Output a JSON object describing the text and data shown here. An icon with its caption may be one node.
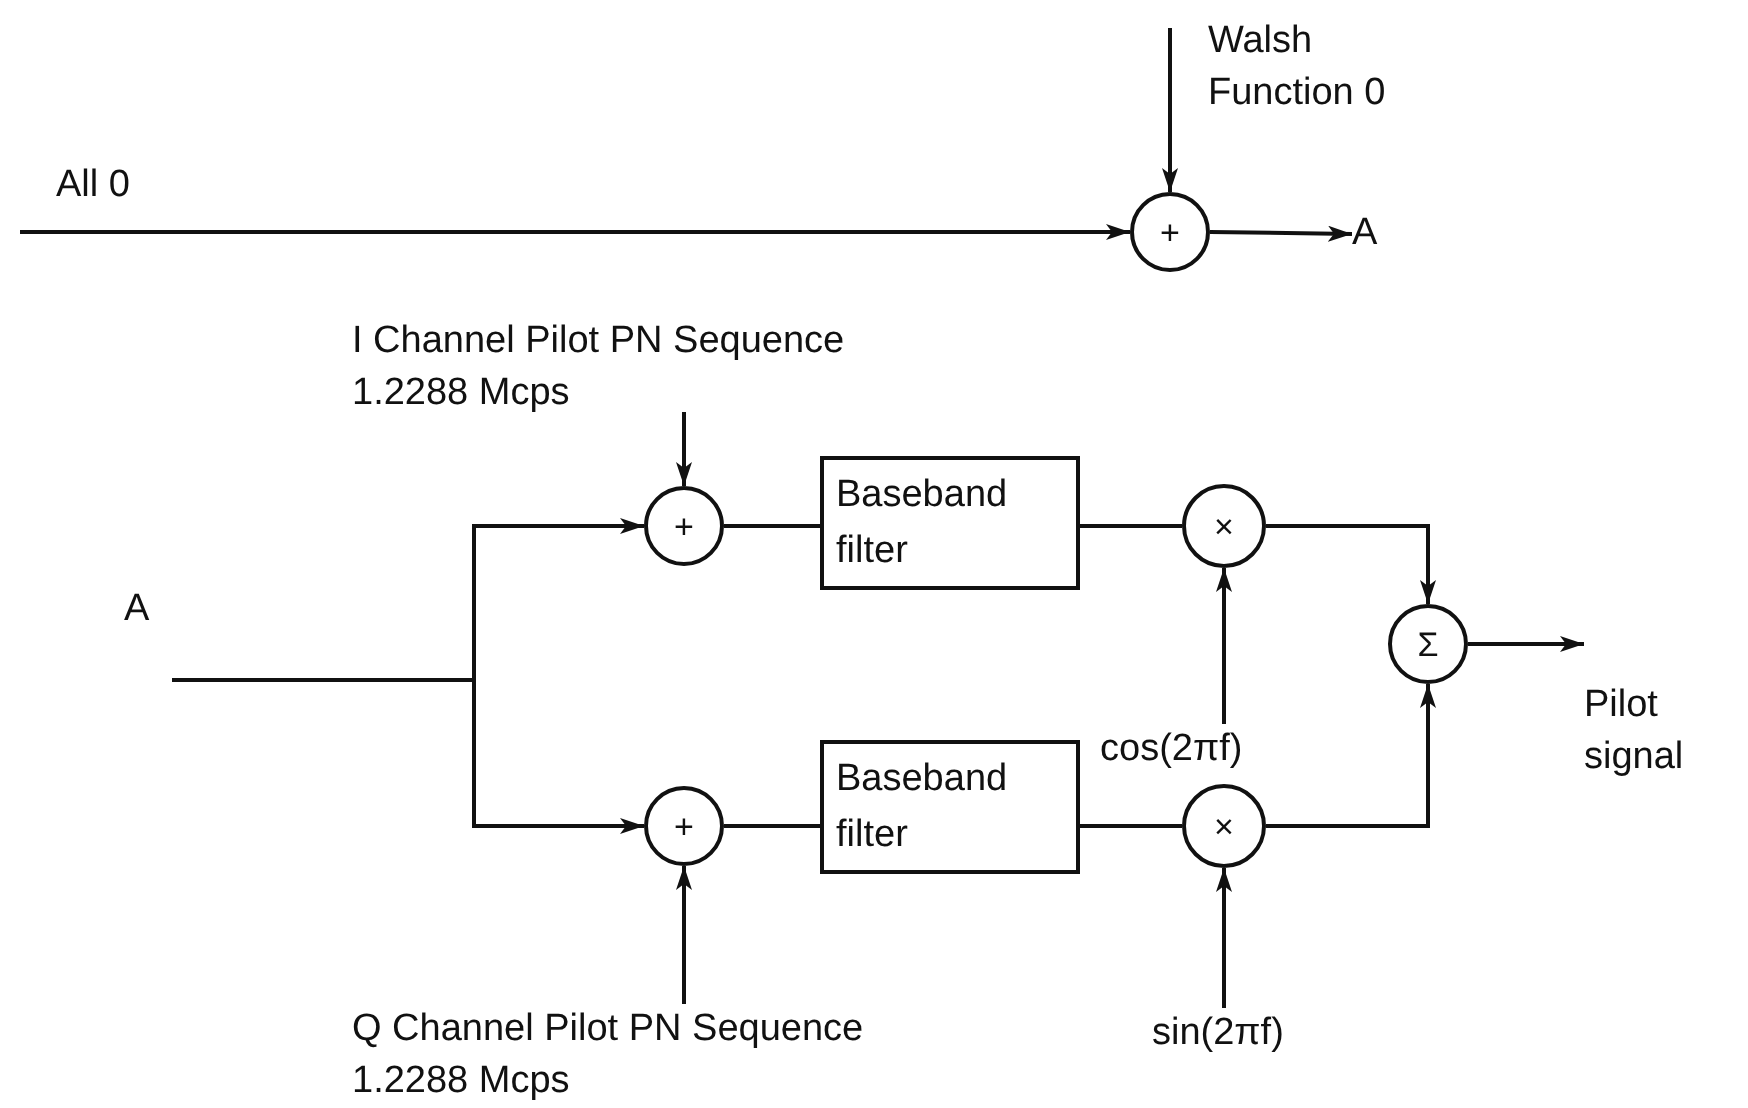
{
  "diagram": {
    "nodes": [
      {
        "text": [
          "Walsh Function 0"
        ]
      },
      {
        "text": [
          "+"
        ]
      },
      {
        "text": [
          "A"
        ]
      },
      {
        "text": [
          "I Channel Pilot PN Sequence 1.2288 Mcps"
        ]
      },
      {
        "text": [
          "A"
        ]
      },
      {
        "text": [
          "+"
        ]
      },
      {
        "text": [
          "Baseband filter"
        ]
      },
      {
        "text": [
          "×"
        ]
      },
      {
        "text": [
          "cos(2πf)"
        ]
      },
      {
        "text": [
          "Σ"
        ]
      },
      {
        "text": [
          "+"
        ]
      },
      {
        "text": [
          "Baseband filter"
        ]
      },
      {
        "text": [
          "×"
        ]
      },
      {
        "text": [
          "sin(2πf)"
        ]
      },
      {
        "text": [
          "Q Channel Pilot PN Sequence 1.2288 Mcps"
        ]
      },
      {
        "text": [
          "Pilot signal"
        ]
      }
    ],
    "edges": [
      {
        "from": 0,
        "to": 1,
        "arrow": "to"
      },
      {
        "from": null,
        "to": 1,
        "arrow": "to",
        "label": "All 0"
      },
      {
        "from": 1,
        "to": 2,
        "arrow": "to"
      },
      {
        "from": 3,
        "to": 5,
        "arrow": "to"
      },
      {
        "from": 4,
        "to": 5,
        "arrow": "to"
      },
      {
        "from": 4,
        "to": 10,
        "arrow": "to"
      },
      {
        "from": 5,
        "to": 6,
        "arrow": "none"
      },
      {
        "from": 6,
        "to": 7,
        "arrow": "none"
      },
      {
        "from": 7,
        "to": 9,
        "arrow": "to"
      },
      {
        "from": 8,
        "to": 7,
        "arrow": "to"
      },
      {
        "from": 10,
        "to": 11,
        "arrow": "none"
      },
      {
        "from": 11,
        "to": 12,
        "arrow": "none"
      },
      {
        "from": 12,
        "to": 9,
        "arrow": "to"
      },
      {
        "from": 13,
        "to": 12,
        "arrow": "to"
      },
      {
        "from": 14,
        "to": 10,
        "arrow": "to"
      },
      {
        "from": 9,
        "to": 15,
        "arrow": "to"
      }
    ]
  }
}
